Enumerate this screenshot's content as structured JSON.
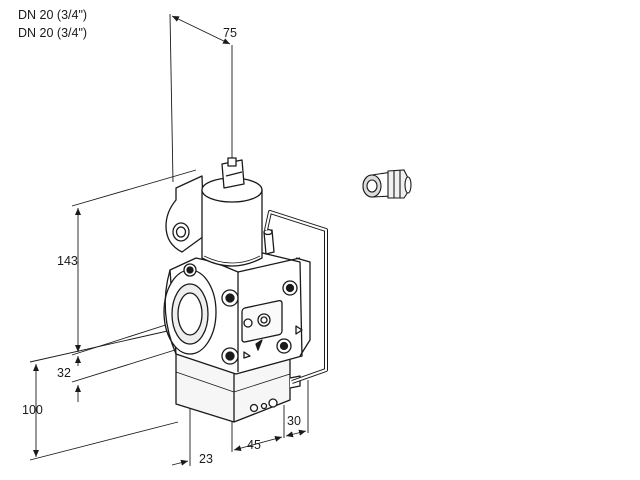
{
  "header": {
    "lines": [
      "DN 20 (3/4\")",
      "DN 20 (3/4\")"
    ]
  },
  "dimensions": {
    "width_top": "75",
    "height_upper": "143",
    "offset_mid": "32",
    "height_total": "100",
    "offset_front": "23",
    "depth_base": "45",
    "depth_side": "30"
  }
}
